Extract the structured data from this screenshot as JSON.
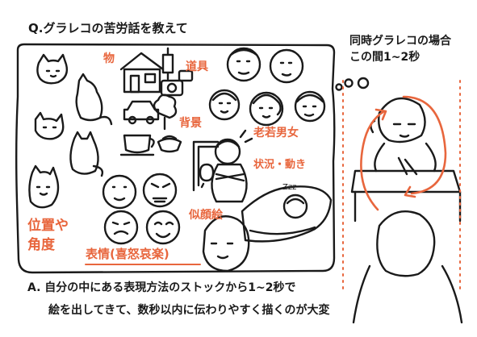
{
  "question": "Q.グラレコの苦労話を教えて",
  "side_caption": [
    "同時グラレコの場合",
    "この間1~2秒"
  ],
  "labels": {
    "objects": "物",
    "tools": "道具",
    "background": "背景",
    "age_gender": "老若男女",
    "situation": "状況・動き",
    "portrait": "似顔絵",
    "position": [
      "位置や",
      "角度"
    ],
    "expression": "表情(喜怒哀楽)",
    "snore": "Zzz"
  },
  "answer": [
    "A. 自分の中にある表現方法のストックから1~2秒で",
    "絵を出してきて、数秒以内に伝わりやすく描くのが大変"
  ],
  "colors": {
    "accent": "#e8663d",
    "ink": "#1a1a1a",
    "paper": "#ffffff"
  }
}
